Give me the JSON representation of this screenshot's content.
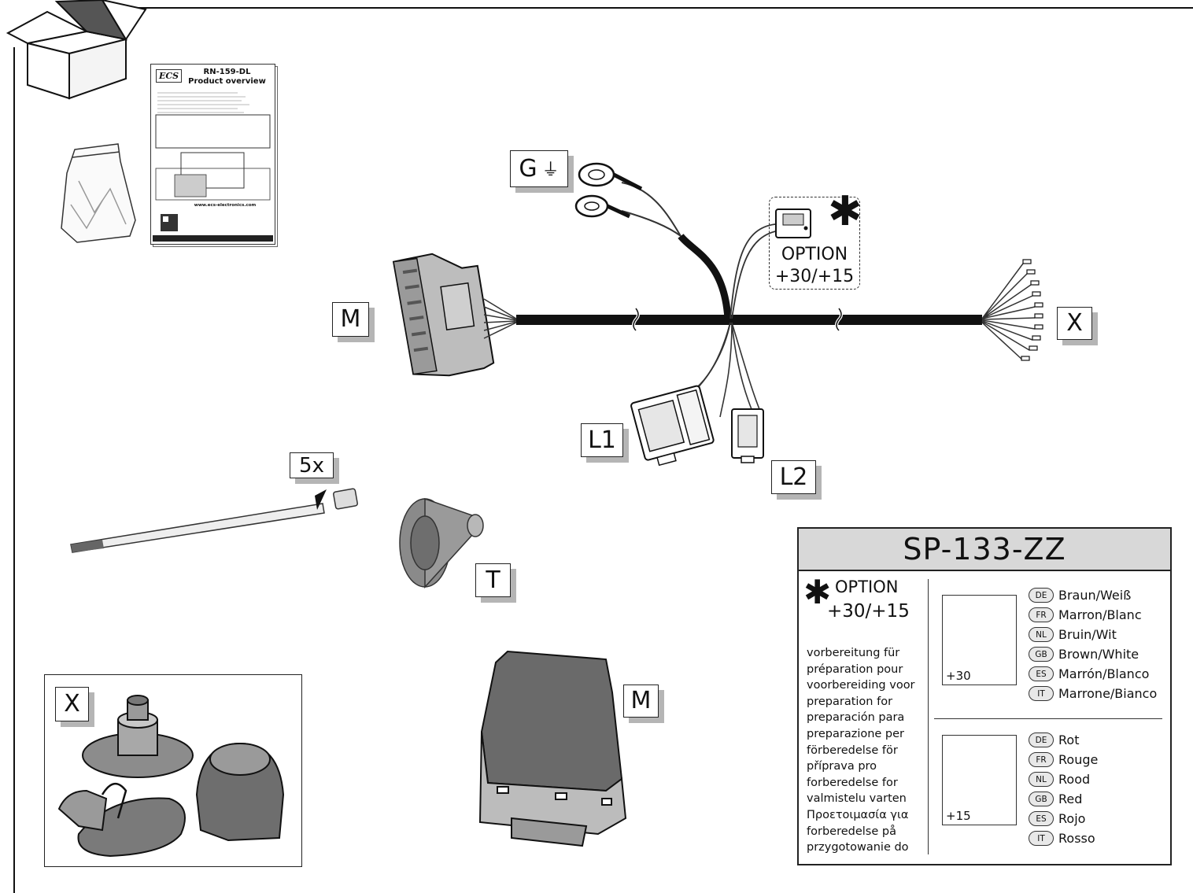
{
  "labels": {
    "ground": "G",
    "connector_module": "M",
    "x": "X",
    "l1": "L1",
    "l2": "L2",
    "quantity": "5x",
    "grommet": "T",
    "module": "M",
    "x_kit": "X"
  },
  "option": {
    "word": "OPTION",
    "value": "+30/+15"
  },
  "sheet": {
    "logo": "ECS",
    "code": "RN-159-DL",
    "title": "Product overview",
    "url": "www.ecs-electronics.com"
  },
  "panel": {
    "title": "SP-133-ZZ",
    "option_word": "OPTION",
    "option_value": "+30/+15",
    "preparation": [
      "vorbereitung für",
      "préparation pour",
      "voorbereiding voor",
      "preparation for",
      "preparación para",
      "preparazione per",
      "förberedelse för",
      "příprava pro",
      "forberedelse for",
      "valmistelu varten",
      "Προετοιμασία για",
      "forberedelse på",
      "przygotowanie do"
    ],
    "icon1_label": "+30",
    "icon2_label": "+15",
    "colors_30": [
      {
        "code": "DE",
        "text": "Braun/Weiß"
      },
      {
        "code": "FR",
        "text": "Marron/Blanc"
      },
      {
        "code": "NL",
        "text": "Bruin/Wit"
      },
      {
        "code": "GB",
        "text": "Brown/White"
      },
      {
        "code": "ES",
        "text": "Marrón/Blanco"
      },
      {
        "code": "IT",
        "text": "Marrone/Bianco"
      }
    ],
    "colors_15": [
      {
        "code": "DE",
        "text": "Rot"
      },
      {
        "code": "FR",
        "text": "Rouge"
      },
      {
        "code": "NL",
        "text": "Rood"
      },
      {
        "code": "GB",
        "text": "Red"
      },
      {
        "code": "ES",
        "text": "Rojo"
      },
      {
        "code": "IT",
        "text": "Rosso"
      }
    ]
  }
}
